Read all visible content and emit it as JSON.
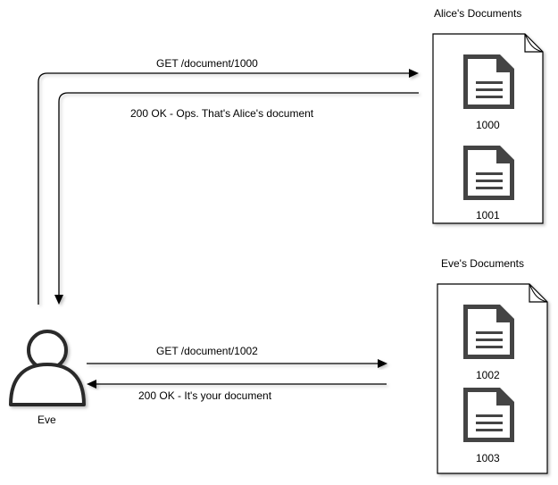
{
  "alice": {
    "title": "Alice's Documents",
    "docs": [
      "1000",
      "1001"
    ]
  },
  "eve_docs": {
    "title": "Eve's Documents",
    "docs": [
      "1002",
      "1003"
    ]
  },
  "actor": {
    "name": "Eve",
    "icon": "user-icon"
  },
  "arrows": {
    "get_alice": "GET /document/1000",
    "resp_alice": "200 OK - Ops. That's Alice's document",
    "get_eve": "GET /document/1002",
    "resp_eve": "200 OK - It's your document"
  }
}
